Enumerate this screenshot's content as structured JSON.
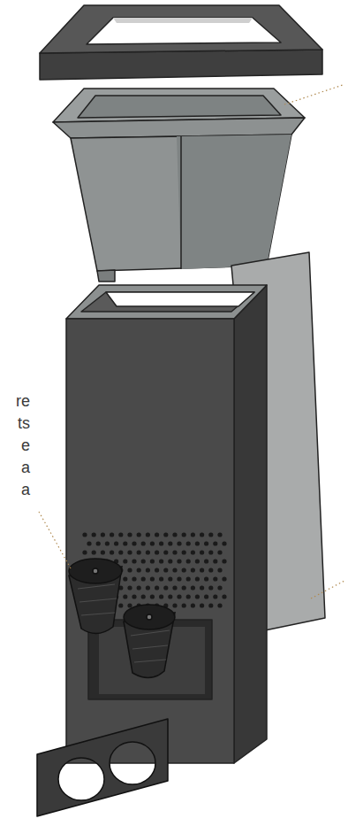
{
  "diagram": {
    "labels": [
      "re",
      "ts",
      "e",
      "a",
      "a"
    ]
  }
}
